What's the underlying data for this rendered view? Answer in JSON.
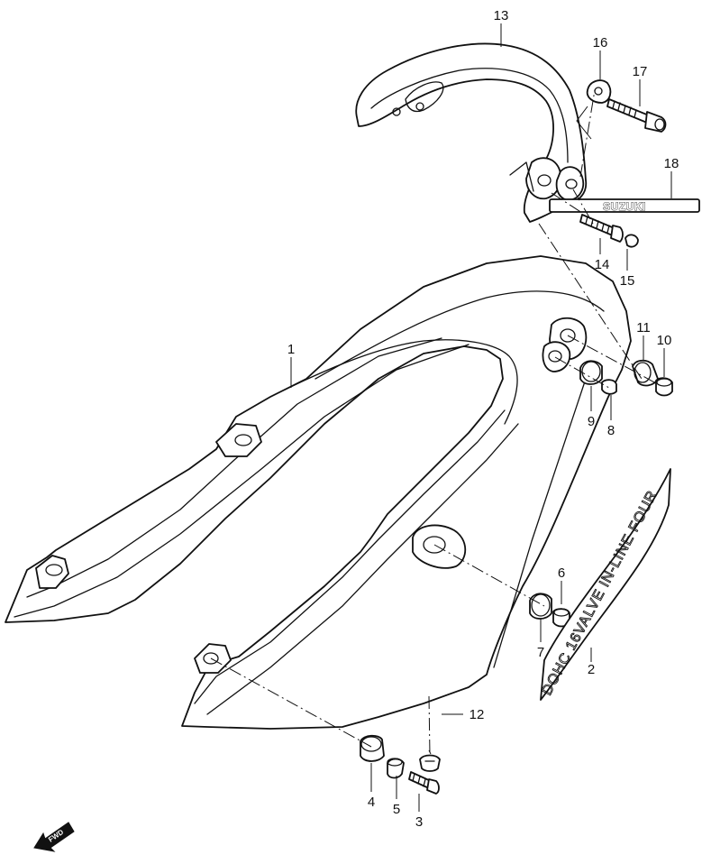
{
  "callouts": {
    "c1": "1",
    "c2": "2",
    "c3": "3",
    "c4": "4",
    "c5": "5",
    "c6": "6",
    "c7": "7",
    "c8": "8",
    "c9": "9",
    "c10": "10",
    "c11": "11",
    "c12": "12",
    "c13": "13",
    "c14": "14",
    "c15": "15",
    "c16": "16",
    "c17": "17",
    "c18": "18"
  },
  "emblems": {
    "brand_badge": "SUZUKI",
    "side_emblem": "DOHC 16VALVE IN-LINE FOUR"
  },
  "direction_marker": {
    "label": "FWD",
    "icon": "forward-arrow-icon"
  }
}
